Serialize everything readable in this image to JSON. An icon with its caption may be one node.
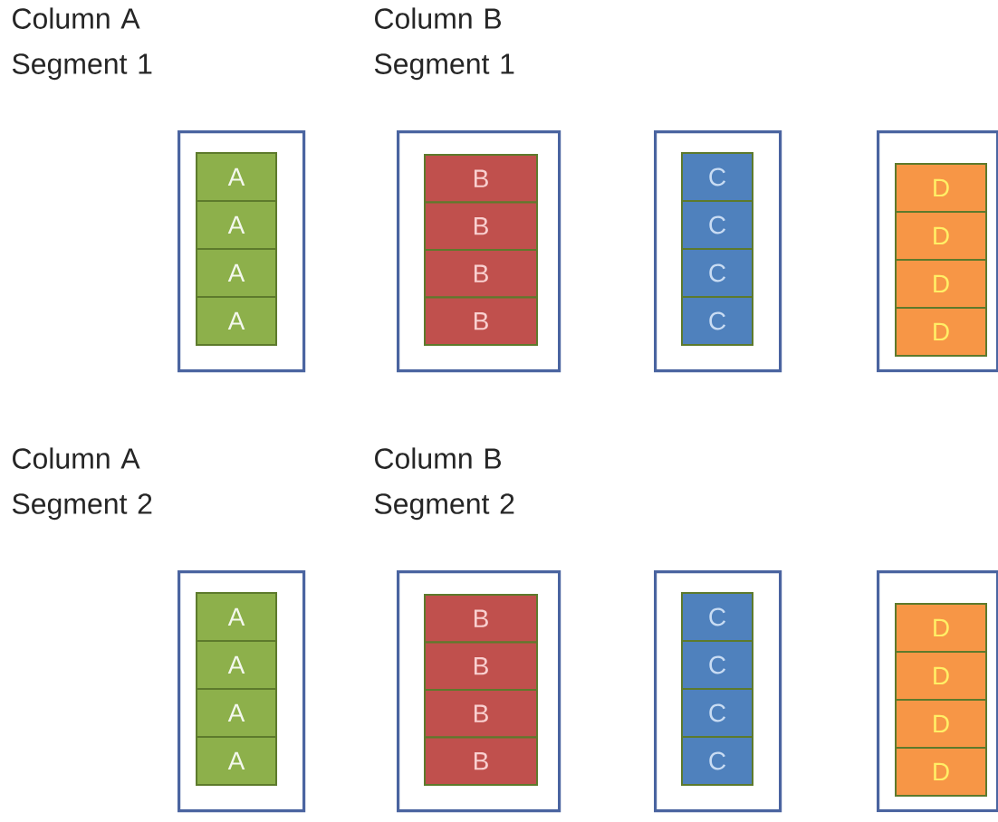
{
  "diagram": {
    "nodes": [
      {
        "text": [],
        "shape": "box"
      },
      {
        "text": [
          "A"
        ],
        "in": 0
      },
      {
        "text": [
          "A"
        ],
        "in": 0
      },
      {
        "text": [
          "A"
        ],
        "in": 0
      },
      {
        "text": [
          "A"
        ],
        "in": 0
      },
      {
        "text": [],
        "shape": "box"
      },
      {
        "text": [
          "B"
        ],
        "in": 5
      },
      {
        "text": [
          "B"
        ],
        "in": 5
      },
      {
        "text": [
          "B"
        ],
        "in": 5
      },
      {
        "text": [
          "B"
        ],
        "in": 5
      },
      {
        "text": [],
        "shape": "box"
      },
      {
        "text": [
          "C"
        ],
        "in": 10
      },
      {
        "text": [
          "C"
        ],
        "in": 10
      },
      {
        "text": [
          "C"
        ],
        "in": 10
      },
      {
        "text": [
          "C"
        ],
        "in": 10
      },
      {
        "text": [],
        "shape": "box"
      },
      {
        "text": [
          "D"
        ],
        "in": 15
      },
      {
        "text": [
          "D"
        ],
        "in": 15
      },
      {
        "text": [
          "D"
        ],
        "in": 15
      },
      {
        "text": [
          "D"
        ],
        "in": 15
      },
      {
        "text": [],
        "shape": "box"
      },
      {
        "text": [
          "A"
        ],
        "in": 20
      },
      {
        "text": [
          "A"
        ],
        "in": 20
      },
      {
        "text": [
          "A"
        ],
        "in": 20
      },
      {
        "text": [
          "A"
        ],
        "in": 20
      },
      {
        "text": [],
        "shape": "box"
      },
      {
        "text": [
          "B"
        ],
        "in": 25
      },
      {
        "text": [
          "B"
        ],
        "in": 25
      },
      {
        "text": [
          "B"
        ],
        "in": 25
      },
      {
        "text": [
          "B"
        ],
        "in": 25
      },
      {
        "text": [],
        "shape": "box"
      },
      {
        "text": [
          "C"
        ],
        "in": 30
      },
      {
        "text": [
          "C"
        ],
        "in": 30
      },
      {
        "text": [
          "C"
        ],
        "in": 30
      },
      {
        "text": [
          "C"
        ],
        "in": 30
      },
      {
        "text": [],
        "shape": "box"
      },
      {
        "text": [
          "D"
        ],
        "in": 35
      },
      {
        "text": [
          "D"
        ],
        "in": 35
      },
      {
        "text": [
          "D"
        ],
        "in": 35
      },
      {
        "text": [
          "D"
        ],
        "in": 35
      }
    ],
    "labels": [
      "Column A Segment 1",
      "Column B Segment 1",
      "Column A Segment 2",
      "Column B Segment 2"
    ]
  }
}
